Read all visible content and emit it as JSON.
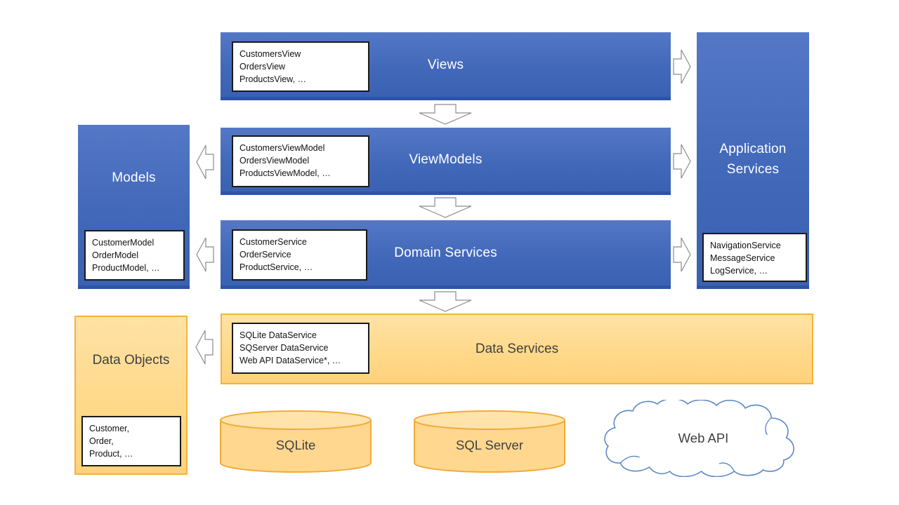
{
  "colors": {
    "blue_top": "#5478c6",
    "blue_bottom": "#3a61b2",
    "blue_edge": "#2d55a5",
    "orange_top": "#ffe2a5",
    "orange_bottom": "#ffd17c",
    "orange_border": "#f4b33f",
    "title_on_blue": "#ffffff",
    "title_dark": "#3f3f3f",
    "arrow_outline": "#8c8c8c",
    "cloud_outline": "#5b87c7",
    "inner_box_border": "#1a1a1a"
  },
  "layers": [
    {
      "id": "views",
      "label": "Views",
      "classes": [
        "CustomersView",
        "OrdersView",
        "ProductsView, …"
      ]
    },
    {
      "id": "viewmodels",
      "label": "ViewModels",
      "classes": [
        "CustomersViewModel",
        "OrdersViewModel",
        "ProductsViewModel, …"
      ]
    },
    {
      "id": "domain-services",
      "label": "Domain Services",
      "classes": [
        "CustomerService",
        "OrderService",
        "ProductService, …"
      ]
    },
    {
      "id": "data-services",
      "label": "Data Services",
      "classes": [
        "SQLite DataService",
        "SQServer DataService",
        "Web API DataService*, …"
      ]
    }
  ],
  "side": {
    "models": {
      "label": "Models",
      "classes": [
        "CustomerModel",
        "OrderModel",
        "ProductModel, …"
      ]
    },
    "data_objects": {
      "label": "Data Objects",
      "classes": [
        "Customer,",
        "Order,",
        "Product, …"
      ]
    },
    "application_services": {
      "label": "Application Services",
      "classes": [
        "NavigationService",
        "MessageService",
        "LogService, …"
      ]
    }
  },
  "datastores": {
    "sqlite": {
      "label": "SQLite",
      "shape": "cylinder"
    },
    "sql_server": {
      "label": "SQL Server",
      "shape": "cylinder"
    },
    "web_api": {
      "label": "Web API",
      "shape": "cloud"
    }
  }
}
